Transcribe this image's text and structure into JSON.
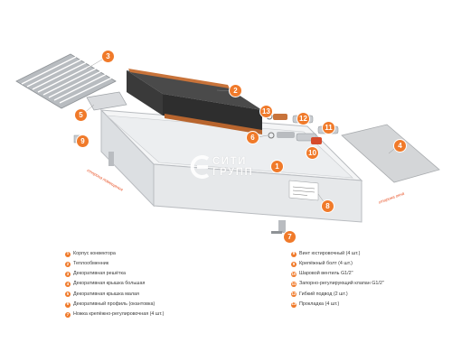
{
  "colors": {
    "accent": "#f07a2a",
    "accent_dark": "#e8552a",
    "trough": "#eceef0",
    "trough_edge": "#b9bcc0",
    "exchanger": "#3a3a3a",
    "copper": "#c8733a",
    "lid": "#d4d6d8"
  },
  "brand": {
    "line1": "СИТИ",
    "line2": "ГРУПП"
  },
  "side_labels": {
    "left": "сторона помещения",
    "right": "сторона окна"
  },
  "callouts": [
    {
      "num": "1"
    },
    {
      "num": "2"
    },
    {
      "num": "3"
    },
    {
      "num": "4"
    },
    {
      "num": "5"
    },
    {
      "num": "6"
    },
    {
      "num": "7"
    },
    {
      "num": "8"
    },
    {
      "num": "9"
    },
    {
      "num": "10"
    },
    {
      "num": "11"
    },
    {
      "num": "12"
    },
    {
      "num": "13"
    }
  ],
  "legend_left": [
    {
      "num": "1",
      "text": "Корпус конвектора"
    },
    {
      "num": "2",
      "text": "Теплообменник"
    },
    {
      "num": "3",
      "text": "Декоративная решётка"
    },
    {
      "num": "4",
      "text": "Декоративная крышка большая"
    },
    {
      "num": "5",
      "text": "Декоративная крышка малая"
    },
    {
      "num": "6",
      "text": "Декоративный профиль (окантовка)"
    },
    {
      "num": "7",
      "text": "Ножка крепёжно-регулировочная (4 шт.)"
    }
  ],
  "legend_right": [
    {
      "num": "8",
      "text": "Винт юстировочный (4 шт.)"
    },
    {
      "num": "9",
      "text": "Крепёжный болт (4 шт.)"
    },
    {
      "num": "10",
      "text": "Шаровой вентиль G1/2\""
    },
    {
      "num": "11",
      "text": "Запорно-регулирующий клапан G1/2\""
    },
    {
      "num": "12",
      "text": "Гибкий подвод (2 шт.)"
    },
    {
      "num": "13",
      "text": "Прокладка (4 шт.)"
    }
  ]
}
